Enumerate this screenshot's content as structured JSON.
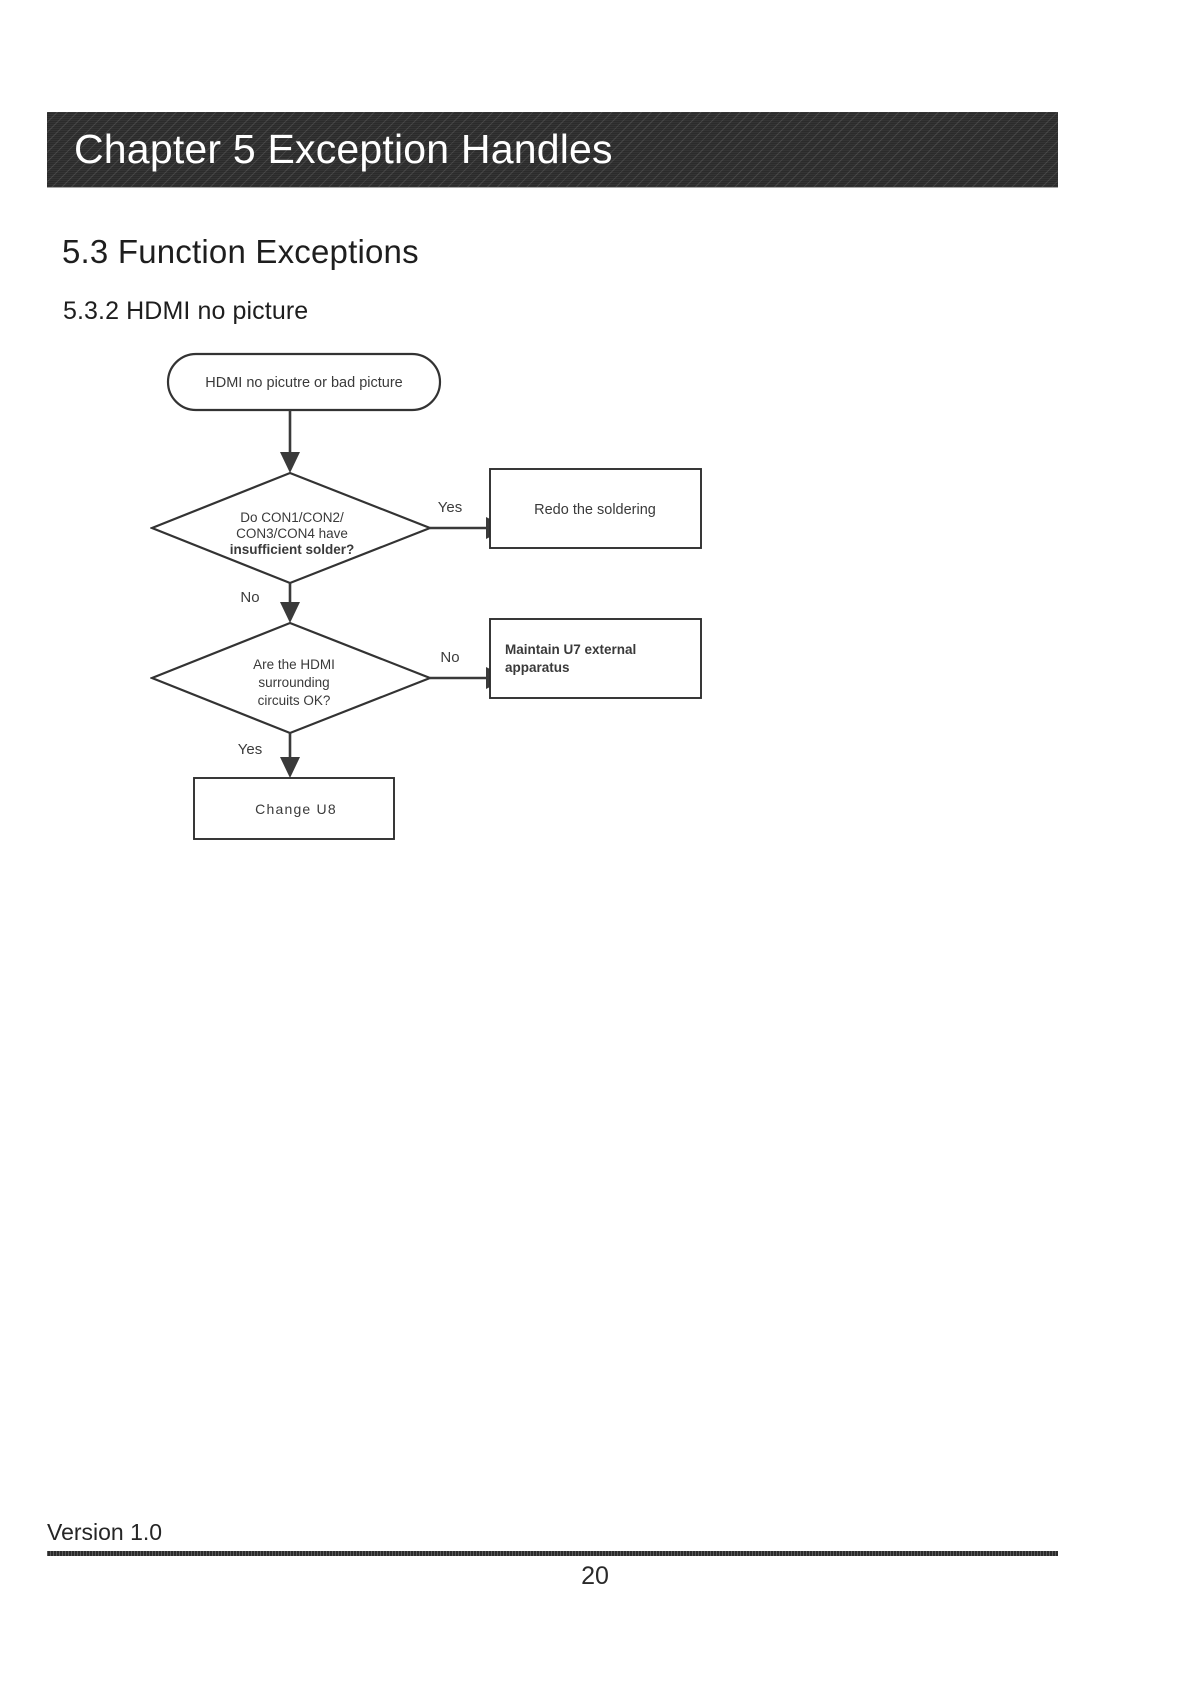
{
  "document": {
    "chapter_title": "Chapter 5 Exception Handles",
    "section_heading": "5.3 Function Exceptions",
    "subsection_heading": "5.3.2 HDMI no picture",
    "footer": {
      "version": "Version 1.0",
      "page_number": "20"
    }
  },
  "flowchart": {
    "title": "HDMI no picture troubleshooting flow",
    "nodes": {
      "start": {
        "type": "terminator",
        "text": "HDMI no picutre or bad picture"
      },
      "decision1": {
        "type": "decision",
        "line1": "Do CON1/CON2/",
        "line2": "CON3/CON4 have",
        "line3": "insufficient solder?"
      },
      "action1": {
        "type": "process",
        "text": "Redo the soldering"
      },
      "decision2": {
        "type": "decision",
        "line1": "Are the HDMI",
        "line2": "surrounding",
        "line3": "circuits OK?"
      },
      "action2": {
        "type": "process",
        "line1": "Maintain U7  external",
        "line2": "apparatus"
      },
      "action3": {
        "type": "process",
        "text": "Change  U8"
      }
    },
    "edge_labels": {
      "d1_yes": "Yes",
      "d1_no": "No",
      "d2_no": "No",
      "d2_yes": "Yes"
    }
  },
  "colors": {
    "band_background": "#2b2b2b",
    "band_text": "#ffffff",
    "page_background": "#ffffff",
    "body_text": "#1b1b1b",
    "shape_stroke": "#333333",
    "connector": "#3a3a3a"
  }
}
